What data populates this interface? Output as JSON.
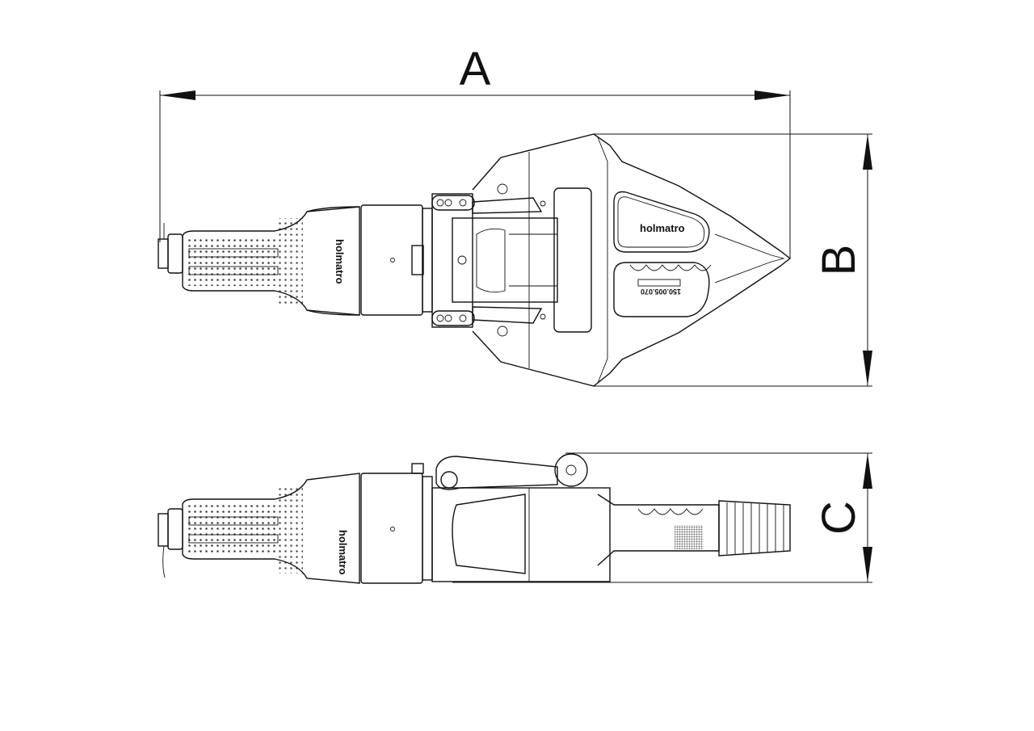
{
  "dimensions": {
    "length": "A",
    "width": "B",
    "height": "C"
  },
  "brand": "holmatro",
  "part_number": "150.005.070",
  "colors": {
    "line": "#111111",
    "background": "#ffffff"
  }
}
